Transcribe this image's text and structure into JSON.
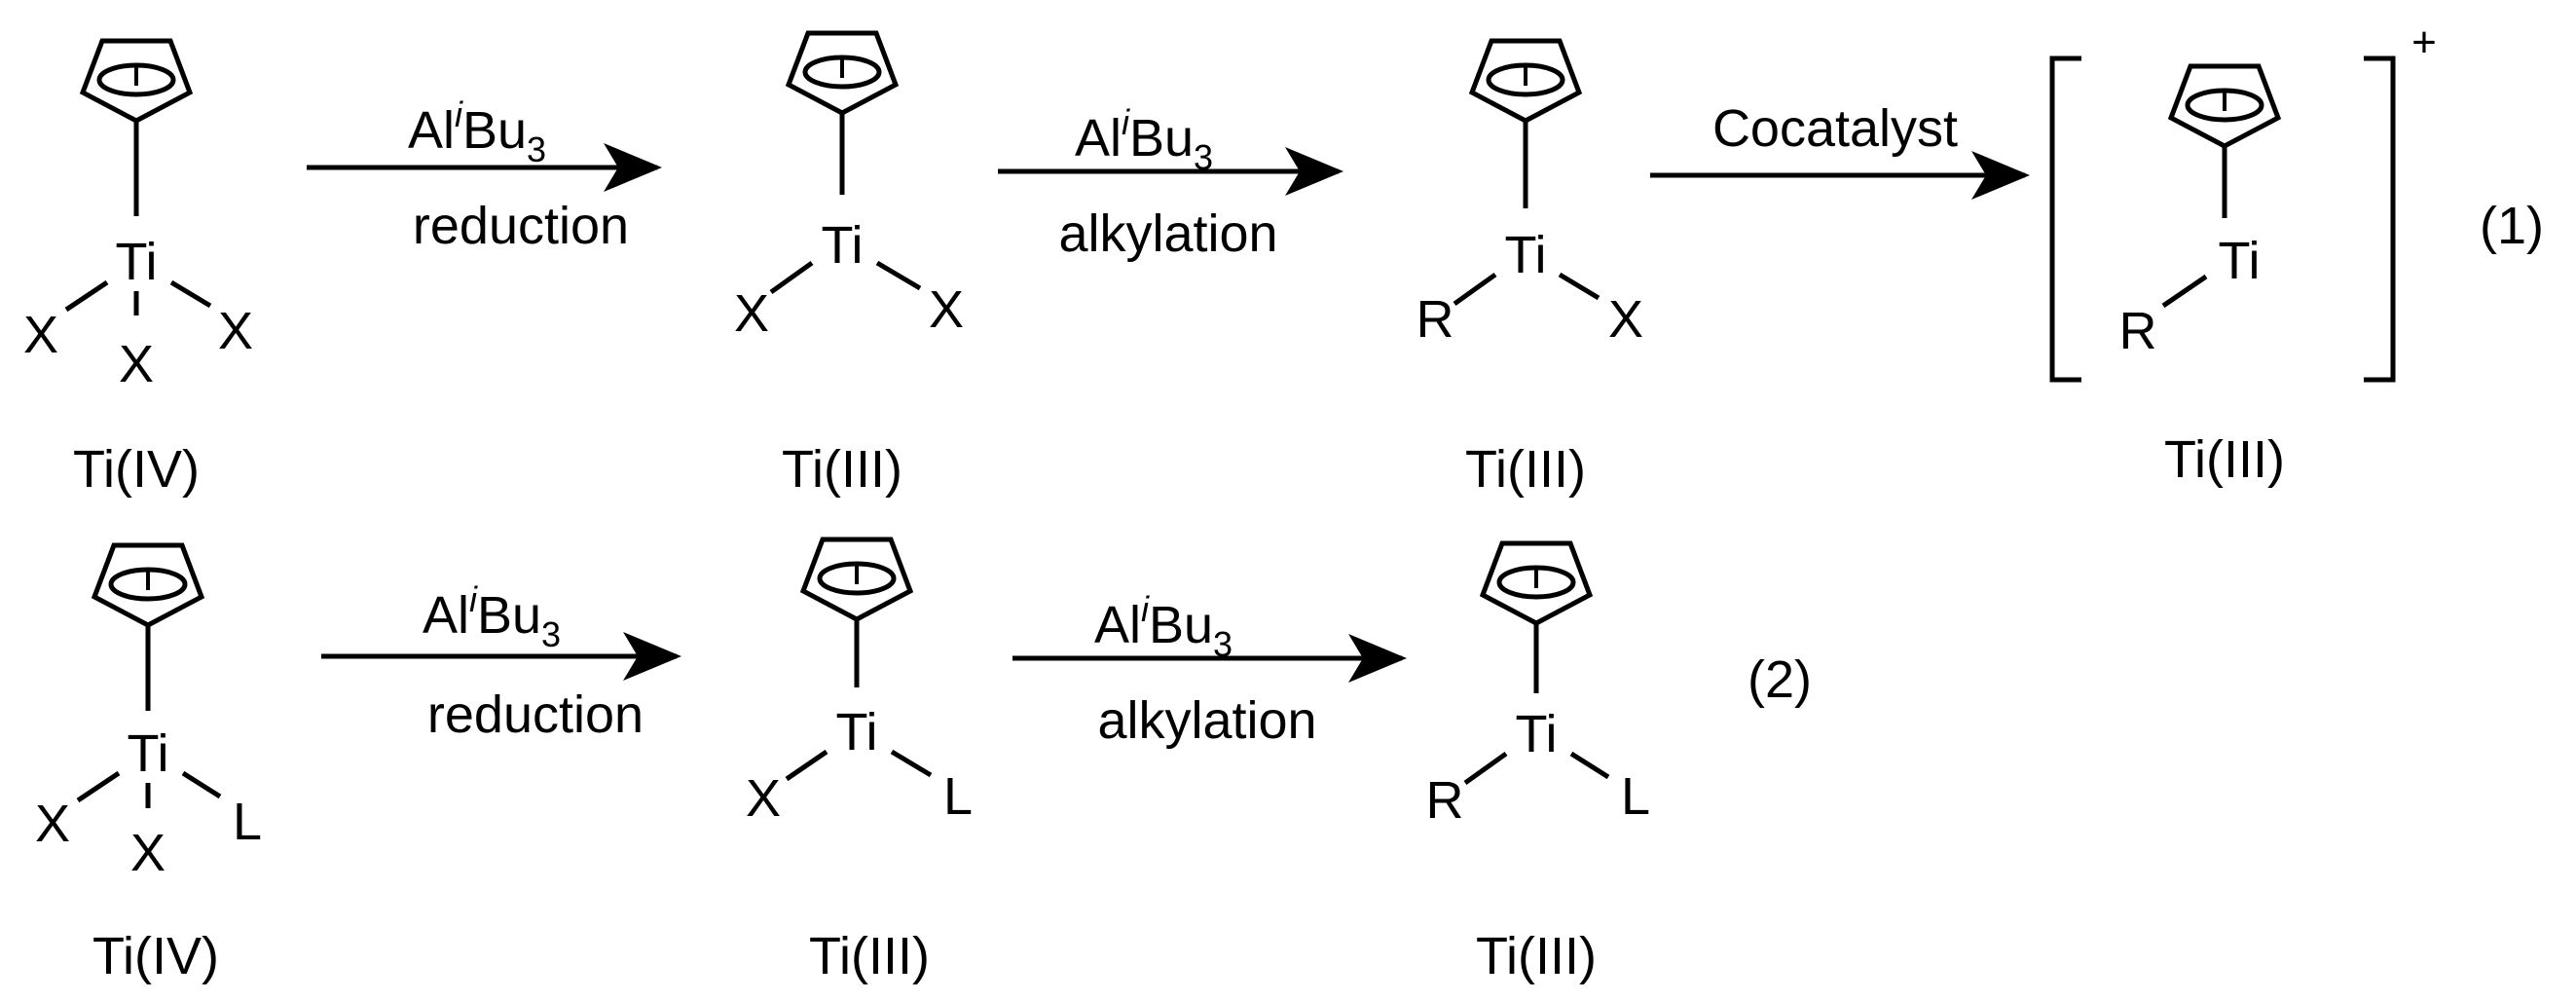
{
  "title": "",
  "colors": {
    "ink": "#000000",
    "background": "#ffffff"
  },
  "icons": [
    "cyclopentadienyl-ring"
  ],
  "equations": [
    {
      "number": "(1)",
      "species": [
        {
          "metal": "Ti",
          "ligands": [
            "X",
            "X",
            "X"
          ],
          "oxidation_state": "Ti(IV)"
        },
        {
          "metal": "Ti",
          "ligands": [
            "X",
            "X"
          ],
          "oxidation_state": "Ti(III)"
        },
        {
          "metal": "Ti",
          "ligands": [
            "R",
            "X"
          ],
          "oxidation_state": "Ti(III)"
        },
        {
          "metal": "Ti",
          "ligands": [
            "R"
          ],
          "oxidation_state": "Ti(III)",
          "charge": "+"
        }
      ],
      "arrows": [
        {
          "reagent": {
            "base": "Al",
            "sup": "i",
            "mid": "Bu",
            "sub": "3"
          },
          "label": "reduction"
        },
        {
          "reagent": {
            "base": "Al",
            "sup": "i",
            "mid": "Bu",
            "sub": "3"
          },
          "label": "alkylation"
        },
        {
          "label": "Cocatalyst"
        }
      ]
    },
    {
      "number": "(2)",
      "species": [
        {
          "metal": "Ti",
          "ligands": [
            "X",
            "X",
            "L"
          ],
          "oxidation_state": "Ti(IV)"
        },
        {
          "metal": "Ti",
          "ligands": [
            "X",
            "L"
          ],
          "oxidation_state": "Ti(III)"
        },
        {
          "metal": "Ti",
          "ligands": [
            "R",
            "L"
          ],
          "oxidation_state": "Ti(III)"
        }
      ],
      "arrows": [
        {
          "reagent": {
            "base": "Al",
            "sup": "i",
            "mid": "Bu",
            "sub": "3"
          },
          "label": "reduction"
        },
        {
          "reagent": {
            "base": "Al",
            "sup": "i",
            "mid": "Bu",
            "sub": "3"
          },
          "label": "alkylation"
        }
      ]
    }
  ]
}
